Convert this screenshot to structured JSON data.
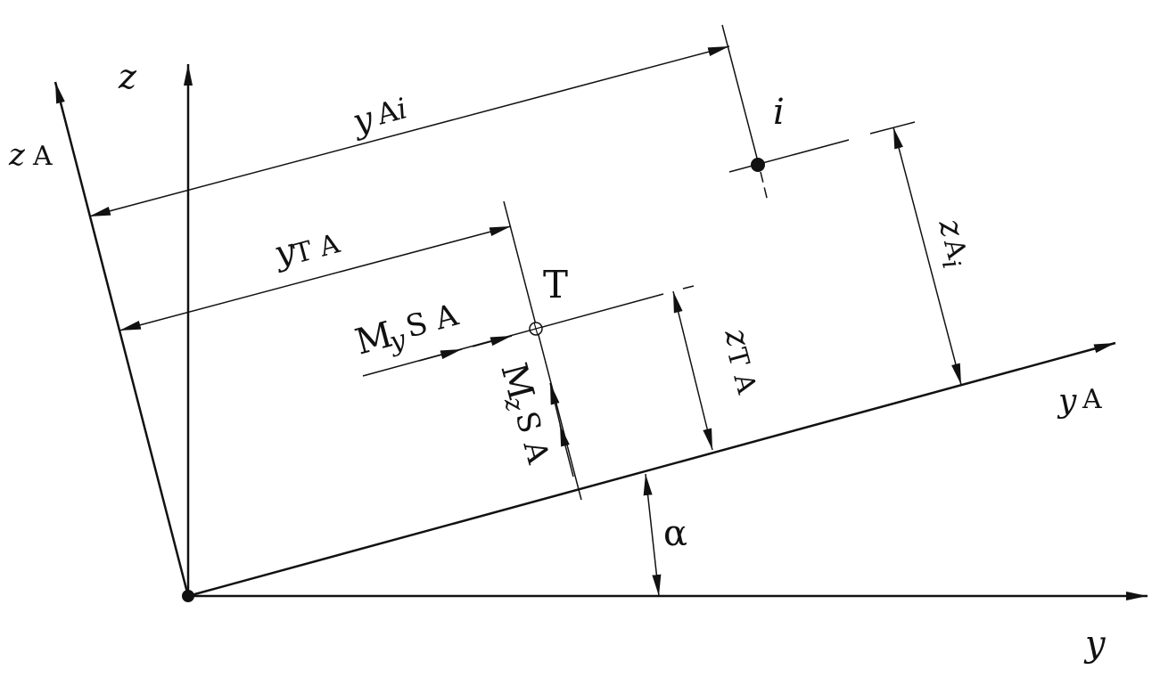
{
  "labels": {
    "z": "z",
    "y": "y",
    "z_A_main": "z",
    "z_A_sub": "A",
    "y_A_main": "y",
    "y_A_sub": "A",
    "y_Ai_main": "y",
    "y_Ai_sub_A": "A",
    "y_Ai_sub_i": "i",
    "y_TA_main": "y",
    "y_TA_sub": "T A",
    "z_Ai_main": "z",
    "z_Ai_sub_A": "A",
    "z_Ai_sub_i": "i",
    "z_TA_main": "z",
    "z_TA_sub": "T A",
    "i": "i",
    "T": "T",
    "MySA_M": "M",
    "MySA_y": "y",
    "MySA_SA": "S A",
    "MzSA_M": "M",
    "MzSA_z": "z",
    "MzSA_SA": "S A",
    "alpha": "α"
  },
  "colors": {
    "ink": "#111111",
    "background": "#ffffff"
  }
}
